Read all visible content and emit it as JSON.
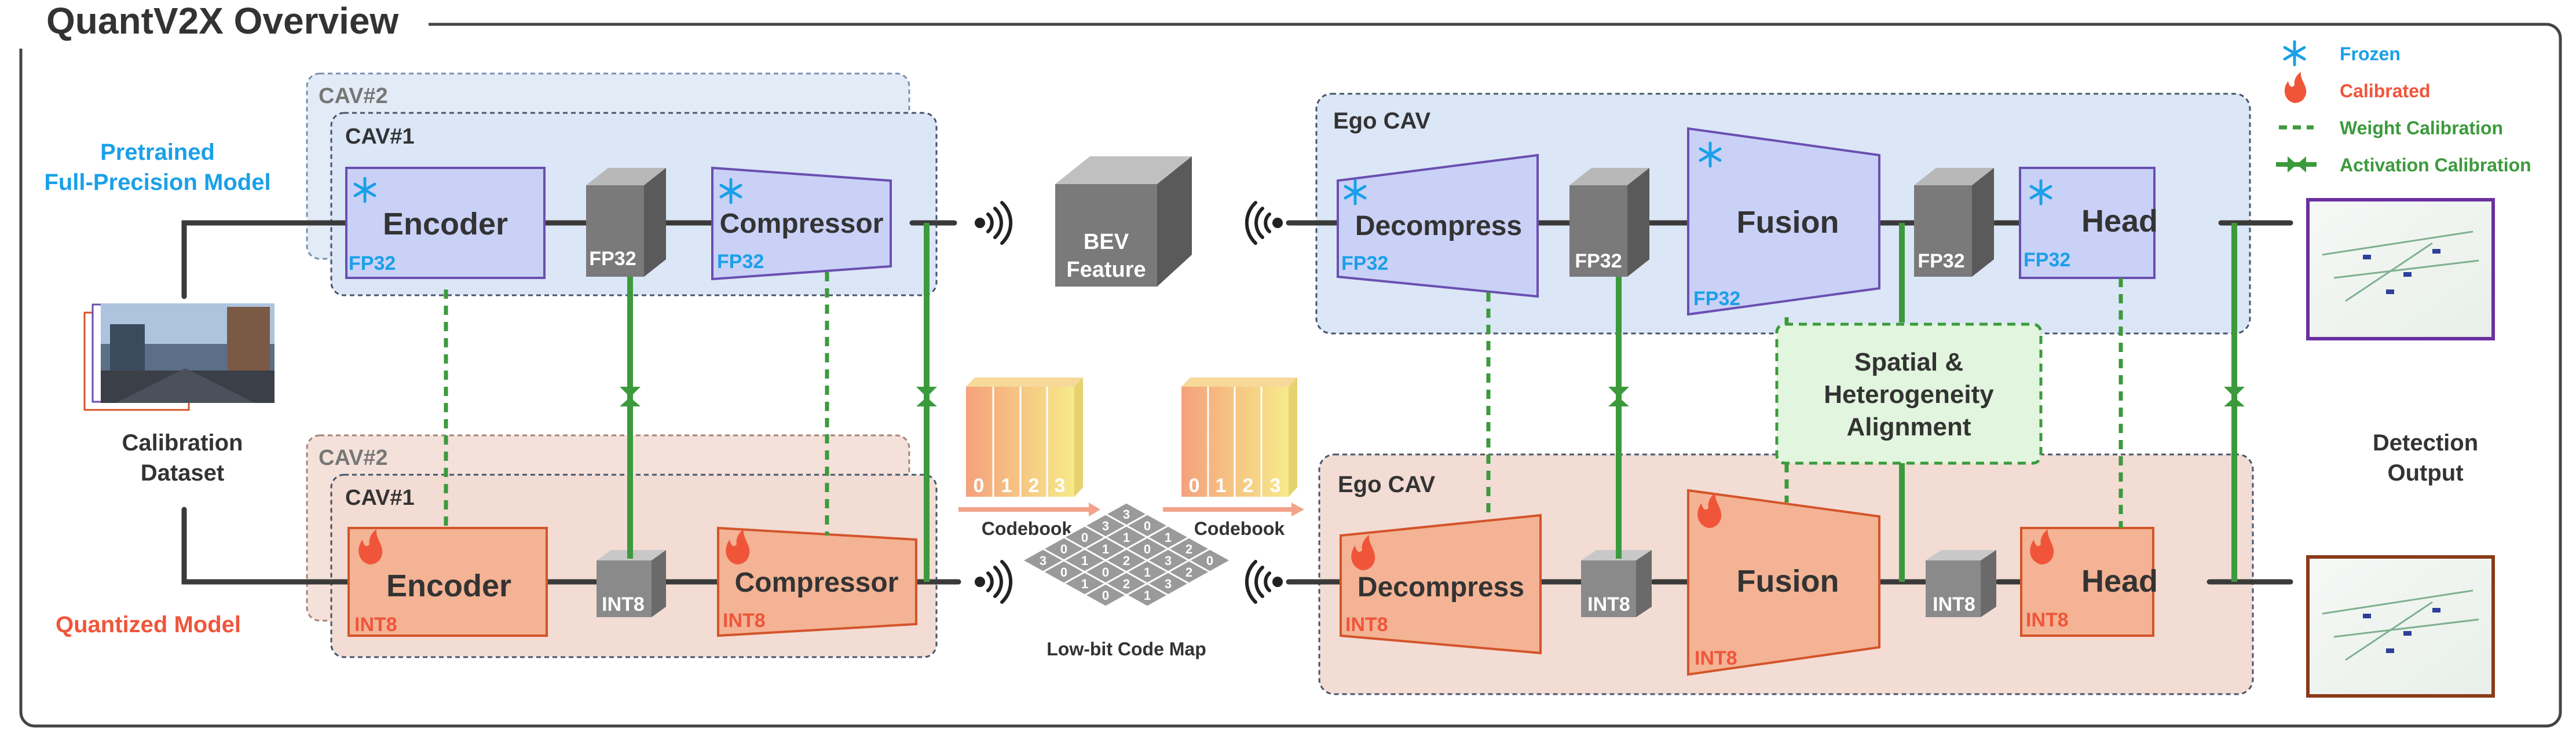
{
  "title": "QuantV2X Overview",
  "colors": {
    "fp_fill": "#c9d1f7",
    "fp_stroke": "#6a4fb0",
    "q_fill": "#f3b394",
    "q_stroke": "#d4542a",
    "blue_text": "#1aa0e8",
    "red_text": "#f0553a",
    "green": "#3c9a3c",
    "frozen_region": "#dfe9f7",
    "calibrated_region": "#f3e0da"
  },
  "legend": {
    "frozen": "Frozen",
    "calibrated": "Calibrated",
    "weight": "Weight Calibration",
    "activation": "Activation Calibration"
  },
  "labels": {
    "pretrained_line1": "Pretrained",
    "pretrained_line2": "Full-Precision Model",
    "quantized": "Quantized Model",
    "calib_line1": "Calibration",
    "calib_line2": "Dataset",
    "detect_line1": "Detection",
    "detect_line2": "Output"
  },
  "top": {
    "cav2": "CAV#2",
    "cav1": "CAV#1",
    "ego": "Ego CAV",
    "encoder": "Encoder",
    "compressor": "Compressor",
    "decompress": "Decompress",
    "fusion": "Fusion",
    "head": "Head",
    "precision": "FP32",
    "bev_line1": "BEV",
    "bev_line2": "Feature"
  },
  "bottom": {
    "cav2": "CAV#2",
    "cav1": "CAV#1",
    "ego": "Ego CAV",
    "encoder": "Encoder",
    "compressor": "Compressor",
    "decompress": "Decompress",
    "fusion": "Fusion",
    "head": "Head",
    "precision": "INT8"
  },
  "align": {
    "line1": "Spatial &",
    "line2": "Heterogeneity",
    "line3": "Alignment"
  },
  "codebook": {
    "label": "Codebook",
    "digits": [
      "0",
      "1",
      "2",
      "3"
    ]
  },
  "codemap": {
    "label": "Low-bit Code Map",
    "cells": [
      "3",
      "0",
      "1",
      "2",
      "0",
      "3",
      "1",
      "0",
      "3",
      "2",
      "0",
      "1",
      "2",
      "1",
      "3",
      "0",
      "1",
      "0",
      "2",
      "1",
      "3",
      "0",
      "1",
      "0"
    ]
  }
}
